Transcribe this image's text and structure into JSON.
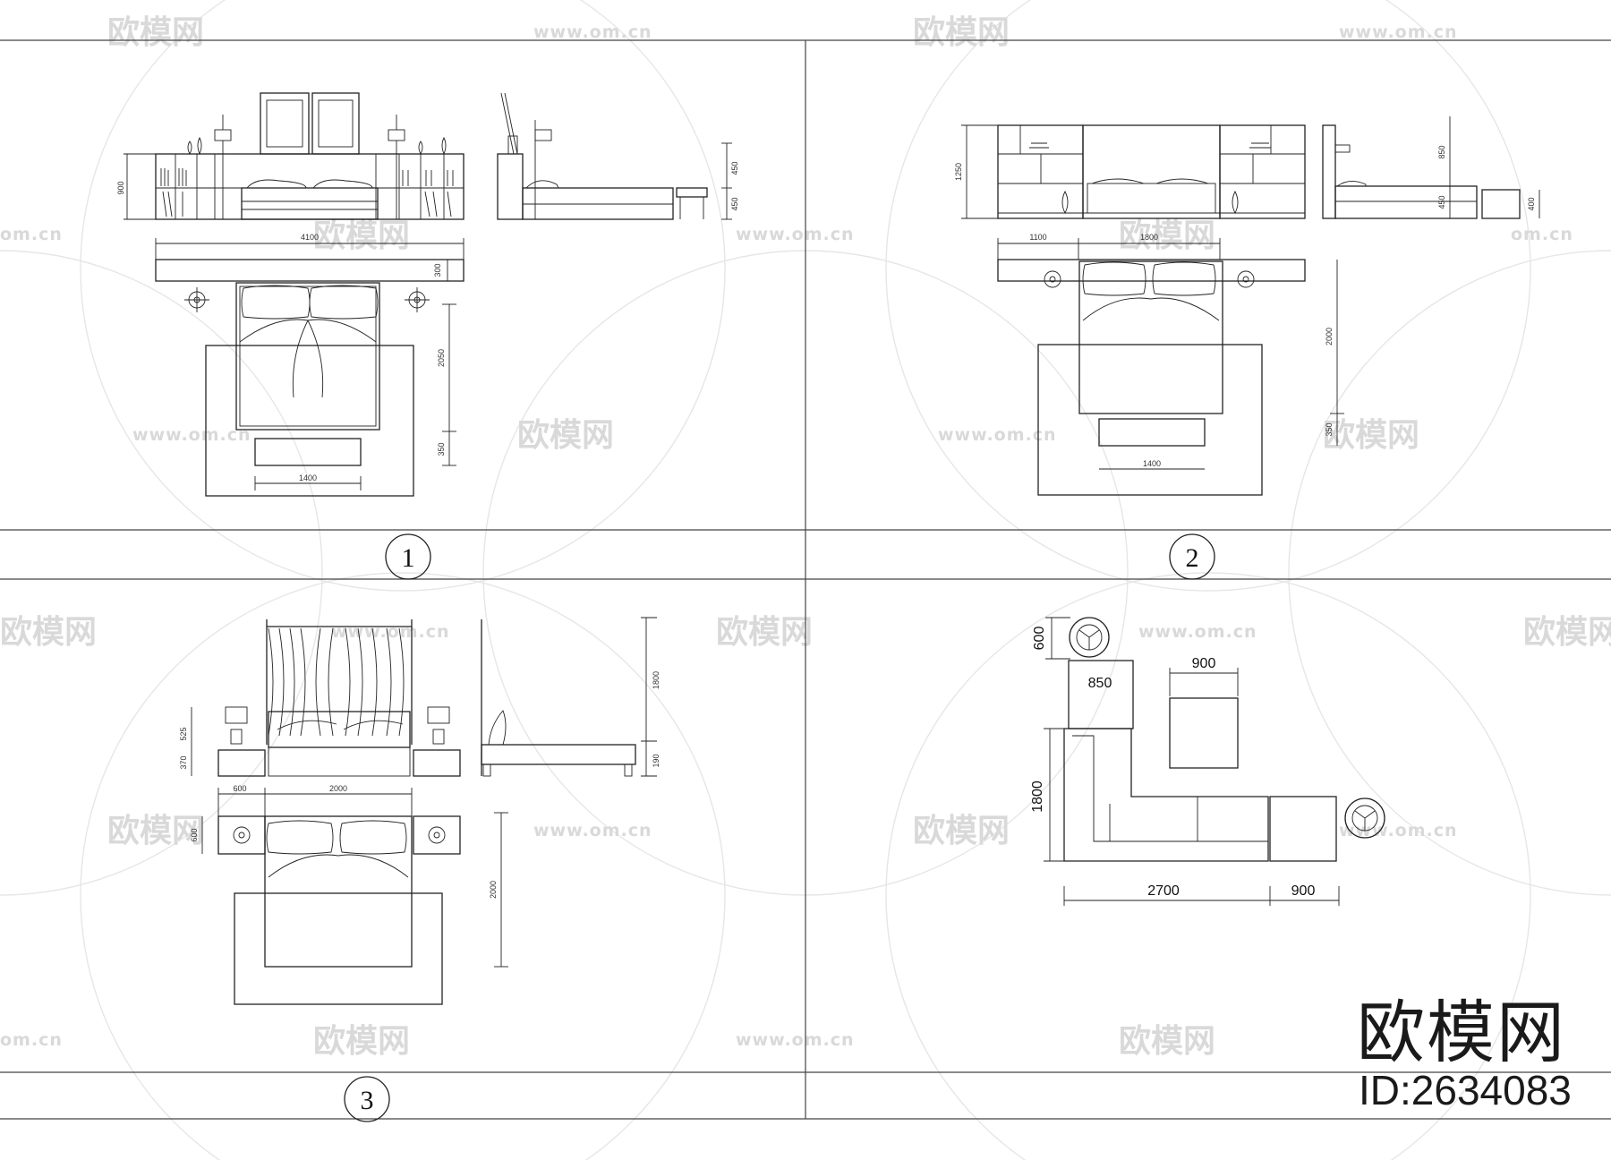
{
  "watermark": {
    "logo_text": "欧模网",
    "url_text": "www.om.cn",
    "url_partial": "om.cn",
    "logo_partial": "欧模网"
  },
  "brand": {
    "name": "欧模网",
    "id_label": "ID:2634083"
  },
  "panels": [
    {
      "number": "1",
      "dimensions": {
        "headboard_height": "900",
        "right_height_top": "450",
        "right_height_bottom": "450",
        "total_width": "4100",
        "depth": "300",
        "bed_length": "2050",
        "bench_depth": "350",
        "bench_width": "1400"
      }
    },
    {
      "number": "2",
      "dimensions": {
        "unit_height": "1250",
        "cabinet_width": "1100",
        "bed_width": "1800",
        "right_height_top": "850",
        "right_height_bottom": "450",
        "side_height": "400",
        "bed_length": "2000",
        "bench_depth": "350",
        "bench_width": "1400"
      }
    },
    {
      "number": "3",
      "dimensions": {
        "lamp_height": "525",
        "nightstand_height": "370",
        "nightstand_width": "600",
        "bed_width": "2000",
        "nightstand_depth": "600",
        "bed_length": "2000",
        "canopy_height": "1800",
        "base_height": "190"
      }
    },
    {
      "number": "",
      "dimensions": {
        "round_table": "600",
        "ottoman": "850",
        "coffee_table": "900",
        "sofa_depth": "1800",
        "sofa_length": "2700",
        "chaise_width": "900"
      }
    }
  ]
}
